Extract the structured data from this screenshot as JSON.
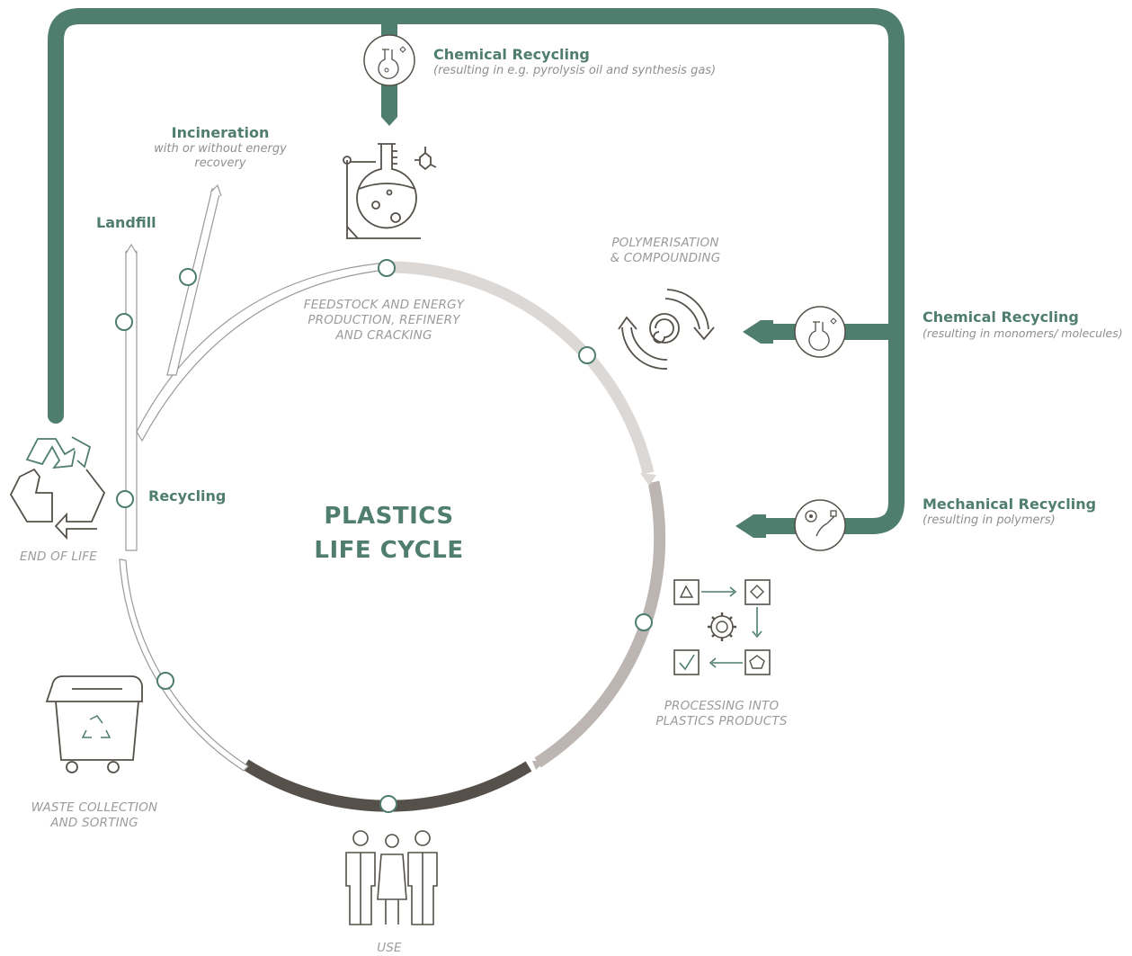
{
  "colors": {
    "accent_green": "#4f7d6e",
    "dark_grey": "#555049",
    "mid_grey": "#bcb5b1",
    "light_grey": "#dcd8d6",
    "outline_grey": "#9a9a9a"
  },
  "center_title": {
    "line1": "PLASTICS",
    "line2": "LIFE CYCLE"
  },
  "stages": {
    "feedstock": {
      "line1": "FEEDSTOCK AND ENERGY",
      "line2": "PRODUCTION, REFINERY",
      "line3": "AND CRACKING"
    },
    "polymerisation": {
      "line1": "POLYMERISATION",
      "line2": "& COMPOUNDING"
    },
    "processing": {
      "line1": "PROCESSING INTO",
      "line2": "PLASTICS PRODUCTS"
    },
    "use": {
      "line1": "USE"
    },
    "waste": {
      "line1": "WASTE COLLECTION",
      "line2": "AND SORTING"
    },
    "end_of_life": {
      "line1": "END OF LIFE"
    }
  },
  "paths": {
    "chemical_top": {
      "title": "Chemical Recycling",
      "subtitle": "(resulting in e.g. pyrolysis oil and synthesis gas)"
    },
    "chemical_right": {
      "title": "Chemical Recycling",
      "subtitle": "(resulting in monomers/ molecules)"
    },
    "mechanical": {
      "title": "Mechanical Recycling",
      "subtitle": "(resulting in polymers)"
    },
    "incineration": {
      "title": "Incineration",
      "line1": "with or without energy",
      "line2": "recovery"
    },
    "landfill": {
      "title": "Landfill"
    },
    "recycling": {
      "title": "Recycling"
    }
  },
  "icons": [
    "flask-icon",
    "molecule-icon",
    "spiral-arrows-icon",
    "process-flow-icon",
    "people-icon",
    "waste-bin-icon",
    "recycle-icon",
    "chemical-recycling-badge-icon",
    "mechanical-recycling-badge-icon"
  ]
}
